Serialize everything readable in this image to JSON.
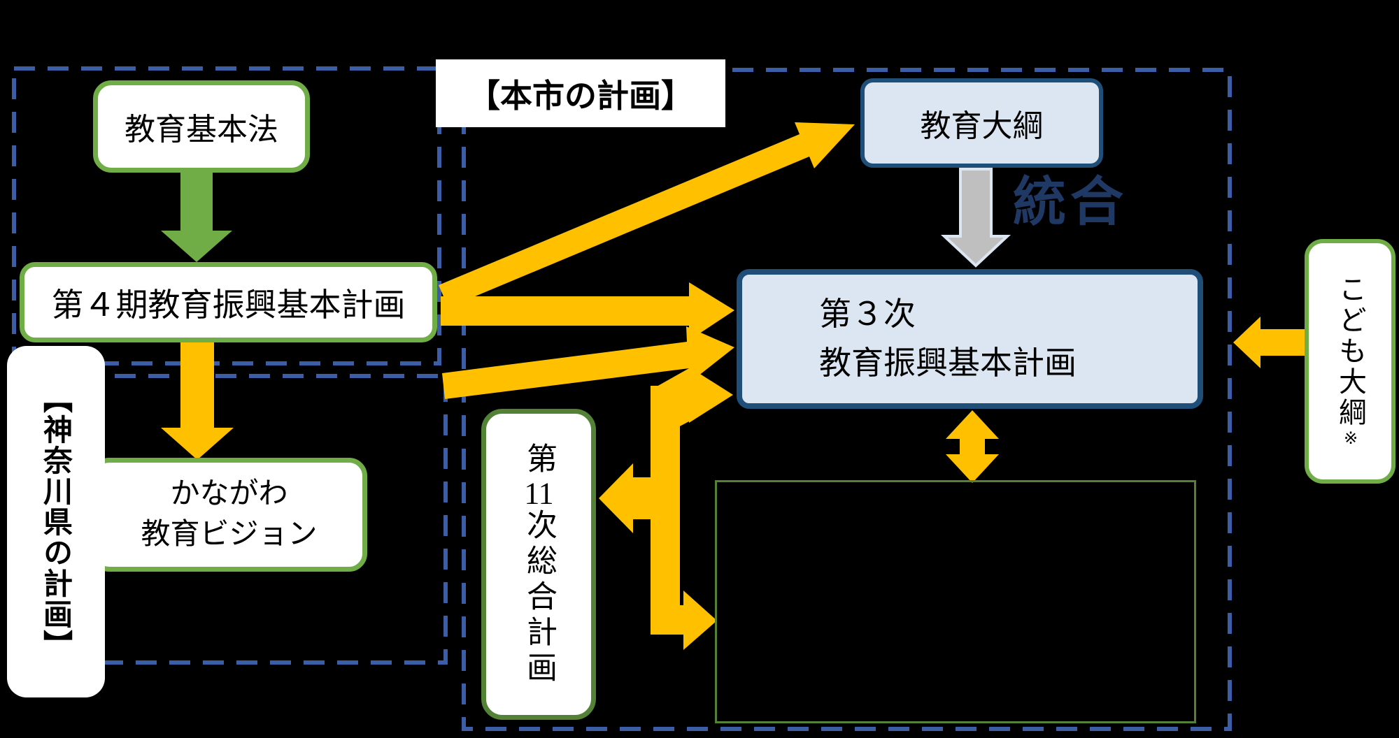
{
  "colors": {
    "background": "#000000",
    "arrow_yellow": "#FFC000",
    "arrow_green": "#70AD47",
    "arrow_gray": "#BFBFBF",
    "arrow_gray_outline": "#DCE6F2",
    "green_border": "#70AD47",
    "dark_green_border": "#538135",
    "blue_fill": "#DCE6F2",
    "navy_border": "#1F4E79",
    "dashed_border": "#3B5EA6",
    "togo_text": "#1F3864"
  },
  "labels": {
    "city_plans": "【本市の計画】",
    "kanagawa_plans": "【神奈川県の計画】"
  },
  "nodes": {
    "basic_act": "教育基本法",
    "national_plan": "第４期教育振興基本計画",
    "kanagawa_vision_line1": "かながわ",
    "kanagawa_vision_line2": "教育ビジョン",
    "education_charter": "教育大綱",
    "city_plan_line1": "第３次",
    "city_plan_line2": "教育振興基本計画",
    "general_plan_prefix": "第",
    "general_plan_number": "11",
    "general_plan_suffix": "次総合計画",
    "kodomo_charter": "こども大綱",
    "kodomo_note_mark": "※"
  },
  "annotations": {
    "integration": "統合"
  }
}
